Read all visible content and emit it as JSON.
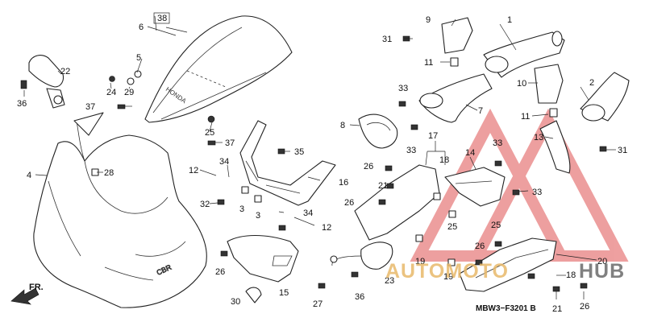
{
  "diagram": {
    "code_label": "MBW3−F3201 B",
    "fr_label": "FR.",
    "watermark": {
      "part1": "AUTOMOTO",
      "part2": "HUB",
      "color1": "#e8b96a",
      "color2": "#6b6b6b",
      "triangle_color": "#e88080"
    },
    "callouts": [
      {
        "id": "c1",
        "text": "1"
      },
      {
        "id": "c2",
        "text": "2"
      },
      {
        "id": "c3a",
        "text": "3"
      },
      {
        "id": "c3b",
        "text": "3"
      },
      {
        "id": "c4",
        "text": "4"
      },
      {
        "id": "c5",
        "text": "5"
      },
      {
        "id": "c6",
        "text": "6"
      },
      {
        "id": "c7",
        "text": "7"
      },
      {
        "id": "c8",
        "text": "8"
      },
      {
        "id": "c9",
        "text": "9"
      },
      {
        "id": "c10",
        "text": "10"
      },
      {
        "id": "c11a",
        "text": "11"
      },
      {
        "id": "c11b",
        "text": "11"
      },
      {
        "id": "c12a",
        "text": "12"
      },
      {
        "id": "c12b",
        "text": "12"
      },
      {
        "id": "c13",
        "text": "13"
      },
      {
        "id": "c14",
        "text": "14"
      },
      {
        "id": "c15",
        "text": "15"
      },
      {
        "id": "c16",
        "text": "16"
      },
      {
        "id": "c17",
        "text": "17"
      },
      {
        "id": "c18a",
        "text": "18"
      },
      {
        "id": "c18b",
        "text": "18"
      },
      {
        "id": "c19a",
        "text": "19"
      },
      {
        "id": "c19b",
        "text": "19"
      },
      {
        "id": "c20",
        "text": "20"
      },
      {
        "id": "c21a",
        "text": "21"
      },
      {
        "id": "c21b",
        "text": "21"
      },
      {
        "id": "c22",
        "text": "22"
      },
      {
        "id": "c23",
        "text": "23"
      },
      {
        "id": "c24",
        "text": "24"
      },
      {
        "id": "c25a",
        "text": "25"
      },
      {
        "id": "c25b",
        "text": "25"
      },
      {
        "id": "c25c",
        "text": "25"
      },
      {
        "id": "c26a",
        "text": "26"
      },
      {
        "id": "c26b",
        "text": "26"
      },
      {
        "id": "c26c",
        "text": "26"
      },
      {
        "id": "c26d",
        "text": "26"
      },
      {
        "id": "c26e",
        "text": "26"
      },
      {
        "id": "c27",
        "text": "27"
      },
      {
        "id": "c28",
        "text": "28"
      },
      {
        "id": "c29",
        "text": "29"
      },
      {
        "id": "c30",
        "text": "30"
      },
      {
        "id": "c31a",
        "text": "31"
      },
      {
        "id": "c31b",
        "text": "31"
      },
      {
        "id": "c32",
        "text": "32"
      },
      {
        "id": "c33a",
        "text": "33"
      },
      {
        "id": "c33b",
        "text": "33"
      },
      {
        "id": "c33c",
        "text": "33"
      },
      {
        "id": "c33d",
        "text": "33"
      },
      {
        "id": "c34a",
        "text": "34"
      },
      {
        "id": "c34b",
        "text": "34"
      },
      {
        "id": "c35",
        "text": "35"
      },
      {
        "id": "c36a",
        "text": "36"
      },
      {
        "id": "c36b",
        "text": "36"
      },
      {
        "id": "c37a",
        "text": "37"
      },
      {
        "id": "c37b",
        "text": "37"
      },
      {
        "id": "c38",
        "text": "38"
      }
    ]
  }
}
